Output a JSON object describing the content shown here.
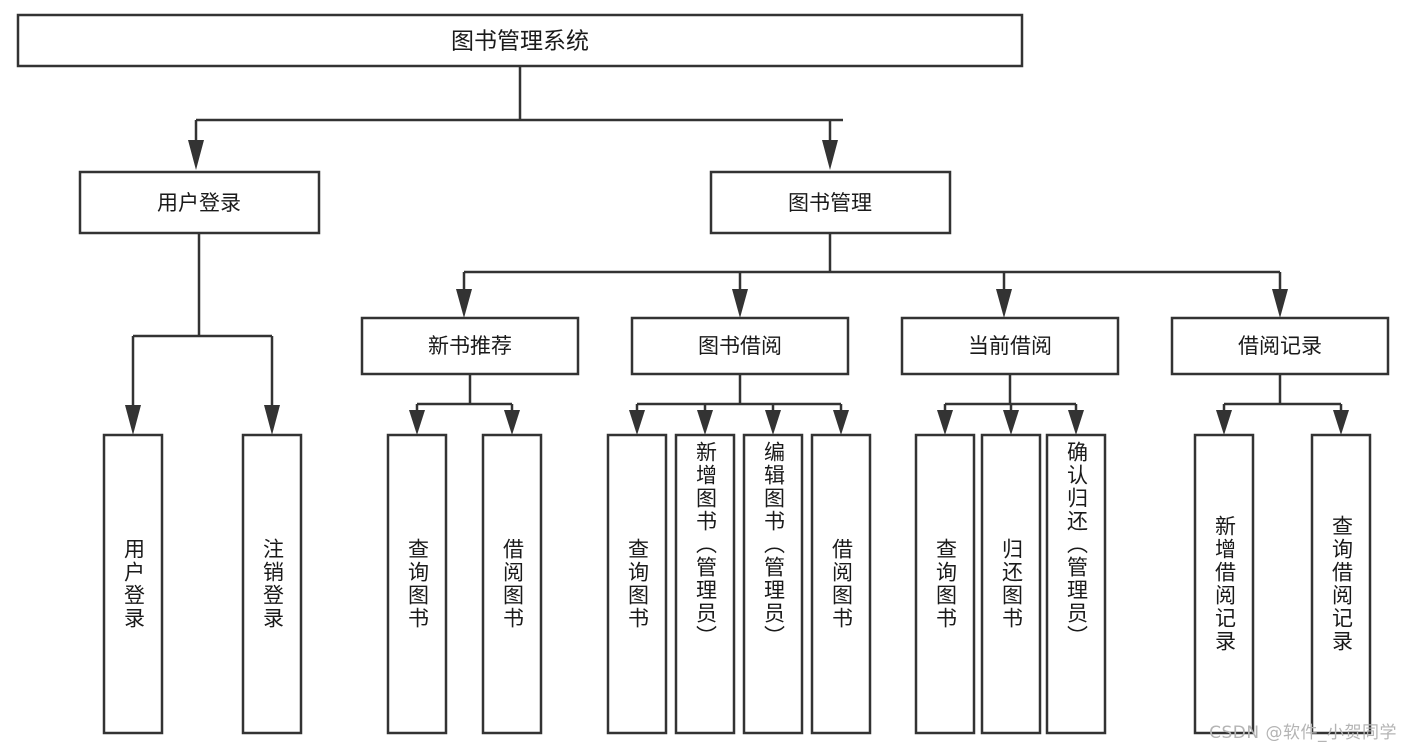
{
  "diagram": {
    "title_node": {
      "label": "图书管理系统"
    },
    "level2": [
      {
        "id": "user-login",
        "label": "用户登录"
      },
      {
        "id": "book-management",
        "label": "图书管理"
      }
    ],
    "level3": [
      {
        "id": "new-book-recommend",
        "label": "新书推荐"
      },
      {
        "id": "book-borrow",
        "label": "图书借阅"
      },
      {
        "id": "current-borrow",
        "label": "当前借阅"
      },
      {
        "id": "borrow-record",
        "label": "借阅记录"
      }
    ],
    "leaves": [
      {
        "id": "leaf-user-login",
        "label": "用户登录",
        "parent": "user-login",
        "align": "center"
      },
      {
        "id": "leaf-logout-login",
        "label": "注销登录",
        "parent": "user-login",
        "align": "center"
      },
      {
        "id": "leaf-query-book-1",
        "label": "查询图书",
        "parent": "new-book-recommend",
        "align": "center"
      },
      {
        "id": "leaf-borrow-book-1",
        "label": "借阅图书",
        "parent": "new-book-recommend",
        "align": "center"
      },
      {
        "id": "leaf-query-book-2",
        "label": "查询图书",
        "parent": "book-borrow",
        "align": "center"
      },
      {
        "id": "leaf-add-book",
        "label": "新增图书（管理员）",
        "parent": "book-borrow",
        "align": "top"
      },
      {
        "id": "leaf-edit-book",
        "label": "编辑图书（管理员）",
        "parent": "book-borrow",
        "align": "top"
      },
      {
        "id": "leaf-borrow-book-2",
        "label": "借阅图书",
        "parent": "book-borrow",
        "align": "center"
      },
      {
        "id": "leaf-query-book-3",
        "label": "查询图书",
        "parent": "current-borrow",
        "align": "center"
      },
      {
        "id": "leaf-return-book",
        "label": "归还图书",
        "parent": "current-borrow",
        "align": "center"
      },
      {
        "id": "leaf-confirm-return",
        "label": "确认归还（管理员）",
        "parent": "current-borrow",
        "align": "top"
      },
      {
        "id": "leaf-add-record",
        "label": "新增借阅记录",
        "parent": "borrow-record",
        "align": "center"
      },
      {
        "id": "leaf-query-record",
        "label": "查询借阅记录",
        "parent": "borrow-record",
        "align": "center"
      }
    ],
    "colors": {
      "background": "#ffffff",
      "box_fill": "#ffffff",
      "box_stroke": "#333333",
      "text": "#1a1a1a",
      "watermark": "#b4b4b4"
    }
  },
  "watermark": {
    "text": "CSDN @软件_小贺同学"
  }
}
